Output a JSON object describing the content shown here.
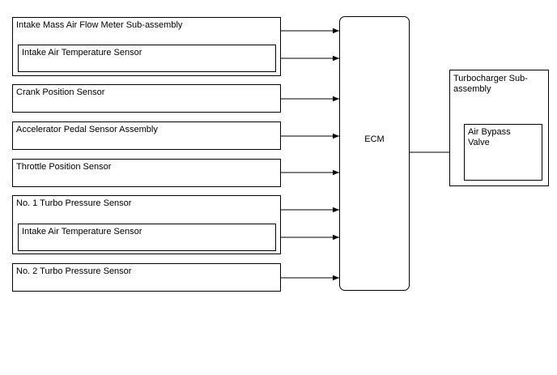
{
  "inputs": {
    "maf_meter": "Intake Mass Air Flow Meter Sub-assembly",
    "maf_iat": "Intake Air Temperature Sensor",
    "crank": "Crank Position Sensor",
    "accel": "Accelerator Pedal Sensor Assembly",
    "throttle": "Throttle Position Sensor",
    "turbo1": "No. 1 Turbo Pressure Sensor",
    "turbo1_iat": "Intake Air Temperature Sensor",
    "turbo2": "No. 2 Turbo Pressure Sensor"
  },
  "ecm": {
    "label": "ECM"
  },
  "outputs": {
    "turbocharger": "Turbocharger Sub-assembly",
    "bypass_valve": "Air Bypass Valve"
  }
}
